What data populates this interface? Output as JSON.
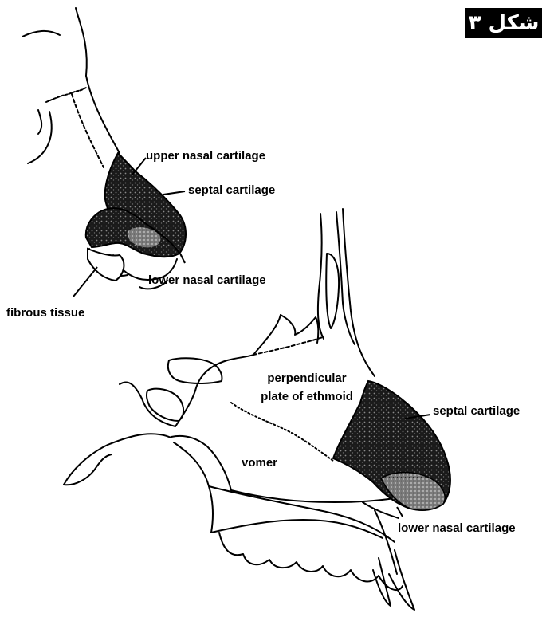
{
  "figure_label": "شکل ۳",
  "labels": {
    "upper_nasal_cartilage": "upper nasal cartilage",
    "septal_cartilage_small": "septal cartilage",
    "lower_nasal_cartilage_small": "lower nasal cartilage",
    "fibrous_tissue": "fibrous tissue",
    "perpendicular_plate_line1": "perpendicular",
    "perpendicular_plate_line2": "plate of ethmoid",
    "septal_cartilage_large": "septal cartilage",
    "vomer": "vomer",
    "lower_nasal_cartilage_large": "lower nasal cartilage"
  },
  "colors": {
    "ink": "#000000",
    "cartilage_fill": "#1a1a1a",
    "cartilage_speckle": "#9a9a9a",
    "background": "#ffffff"
  }
}
